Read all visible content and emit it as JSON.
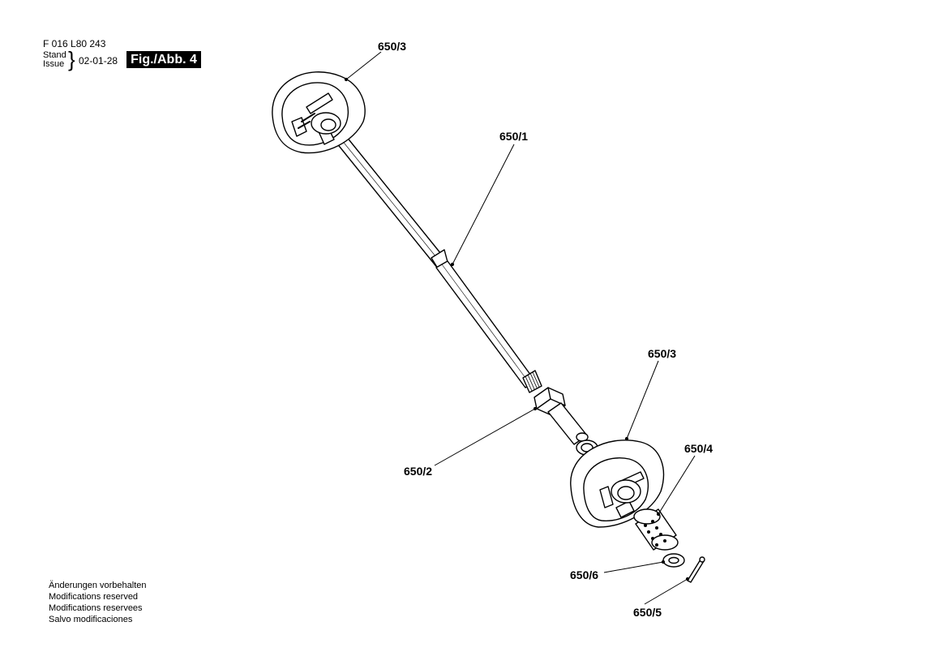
{
  "header": {
    "part_number": "F 016 L80 243",
    "stand_label": "Stand",
    "issue_label": "Issue",
    "date": "02-01-28",
    "figure_label": "Fig./Abb. 4"
  },
  "callouts": [
    {
      "id": "wheel-top",
      "text": "650/3"
    },
    {
      "id": "shaft",
      "text": "650/1"
    },
    {
      "id": "wheel-bottom",
      "text": "650/3"
    },
    {
      "id": "nut",
      "text": "650/2"
    },
    {
      "id": "sleeve",
      "text": "650/4"
    },
    {
      "id": "washer",
      "text": "650/6"
    },
    {
      "id": "pin",
      "text": "650/5"
    }
  ],
  "disclaimer": [
    "Änderungen vorbehalten",
    "Modifications reserved",
    "Modifications reservees",
    "Salvo modificaciones"
  ]
}
